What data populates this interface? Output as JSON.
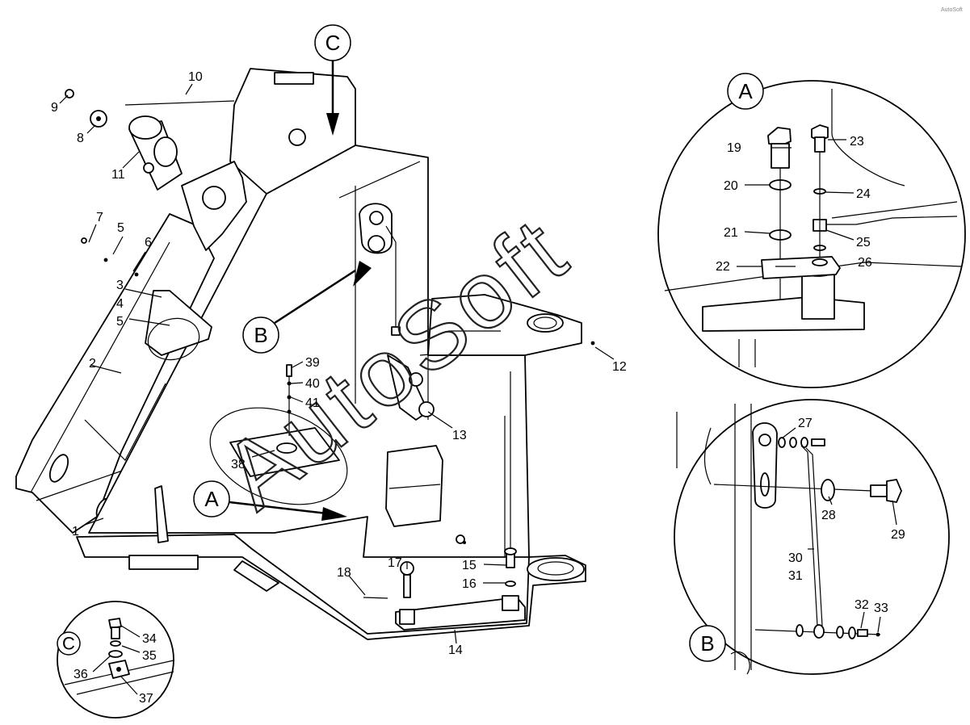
{
  "watermark": {
    "text": "AutoSoft",
    "corner_text": "AutoSoft"
  },
  "callouts": {
    "view_a": "A",
    "view_b": "B",
    "view_c": "C"
  },
  "labels": [
    {
      "id": "1",
      "text": "1"
    },
    {
      "id": "2",
      "text": "2"
    },
    {
      "id": "3",
      "text": "3"
    },
    {
      "id": "4",
      "text": "4"
    },
    {
      "id": "5a",
      "text": "5"
    },
    {
      "id": "5b",
      "text": "5"
    },
    {
      "id": "6",
      "text": "6"
    },
    {
      "id": "7",
      "text": "7"
    },
    {
      "id": "8",
      "text": "8"
    },
    {
      "id": "9",
      "text": "9"
    },
    {
      "id": "10",
      "text": "10"
    },
    {
      "id": "11",
      "text": "11"
    },
    {
      "id": "12",
      "text": "12"
    },
    {
      "id": "13",
      "text": "13"
    },
    {
      "id": "14",
      "text": "14"
    },
    {
      "id": "15",
      "text": "15"
    },
    {
      "id": "16",
      "text": "16"
    },
    {
      "id": "17",
      "text": "17"
    },
    {
      "id": "18",
      "text": "18"
    },
    {
      "id": "19",
      "text": "19"
    },
    {
      "id": "20",
      "text": "20"
    },
    {
      "id": "21",
      "text": "21"
    },
    {
      "id": "22",
      "text": "22"
    },
    {
      "id": "23",
      "text": "23"
    },
    {
      "id": "24",
      "text": "24"
    },
    {
      "id": "25",
      "text": "25"
    },
    {
      "id": "26",
      "text": "26"
    },
    {
      "id": "27",
      "text": "27"
    },
    {
      "id": "28",
      "text": "28"
    },
    {
      "id": "29",
      "text": "29"
    },
    {
      "id": "30",
      "text": "30"
    },
    {
      "id": "31",
      "text": "31"
    },
    {
      "id": "32",
      "text": "32"
    },
    {
      "id": "33",
      "text": "33"
    },
    {
      "id": "34",
      "text": "34"
    },
    {
      "id": "35",
      "text": "35"
    },
    {
      "id": "36",
      "text": "36"
    },
    {
      "id": "37",
      "text": "37"
    },
    {
      "id": "38",
      "text": "38"
    },
    {
      "id": "39",
      "text": "39"
    },
    {
      "id": "40",
      "text": "40"
    },
    {
      "id": "41",
      "text": "41"
    }
  ]
}
